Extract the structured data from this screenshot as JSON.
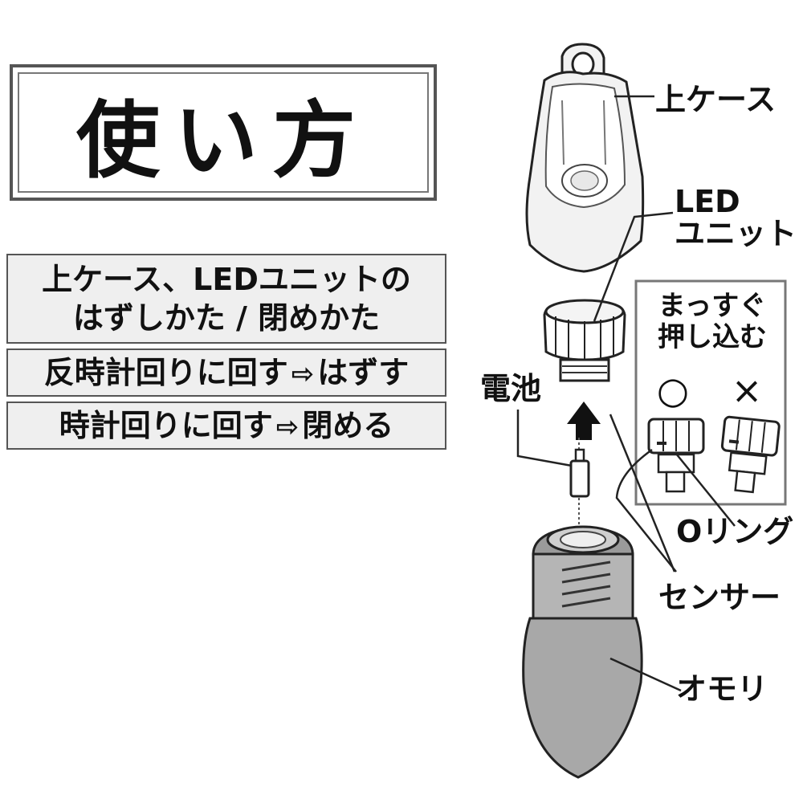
{
  "title": "使い方",
  "instructions": {
    "heading_line1": "上ケース、LEDユニットの",
    "heading_line2": "はずしかた / 閉めかた",
    "row1_left": "反時計回りに回す",
    "row1_right": "はずす",
    "row2_left": "時計回りに回す",
    "row2_right": "閉める",
    "arrow_glyph": "⇨"
  },
  "parts": {
    "upper_case": "上ケース",
    "led_line1": "LED",
    "led_line2": "ユニット",
    "battery": "電池",
    "o_ring": "Oリング",
    "sensor": "センサー",
    "weight": "オモリ"
  },
  "inset": {
    "line1": "まっすぐ",
    "line2": "押し込む",
    "correct_mark": "○",
    "wrong_mark": "×"
  },
  "colors": {
    "body_gray": "#a8a8a8",
    "case_light": "#f2f2f2",
    "panel_bg": "#efefef",
    "line": "#222222"
  }
}
